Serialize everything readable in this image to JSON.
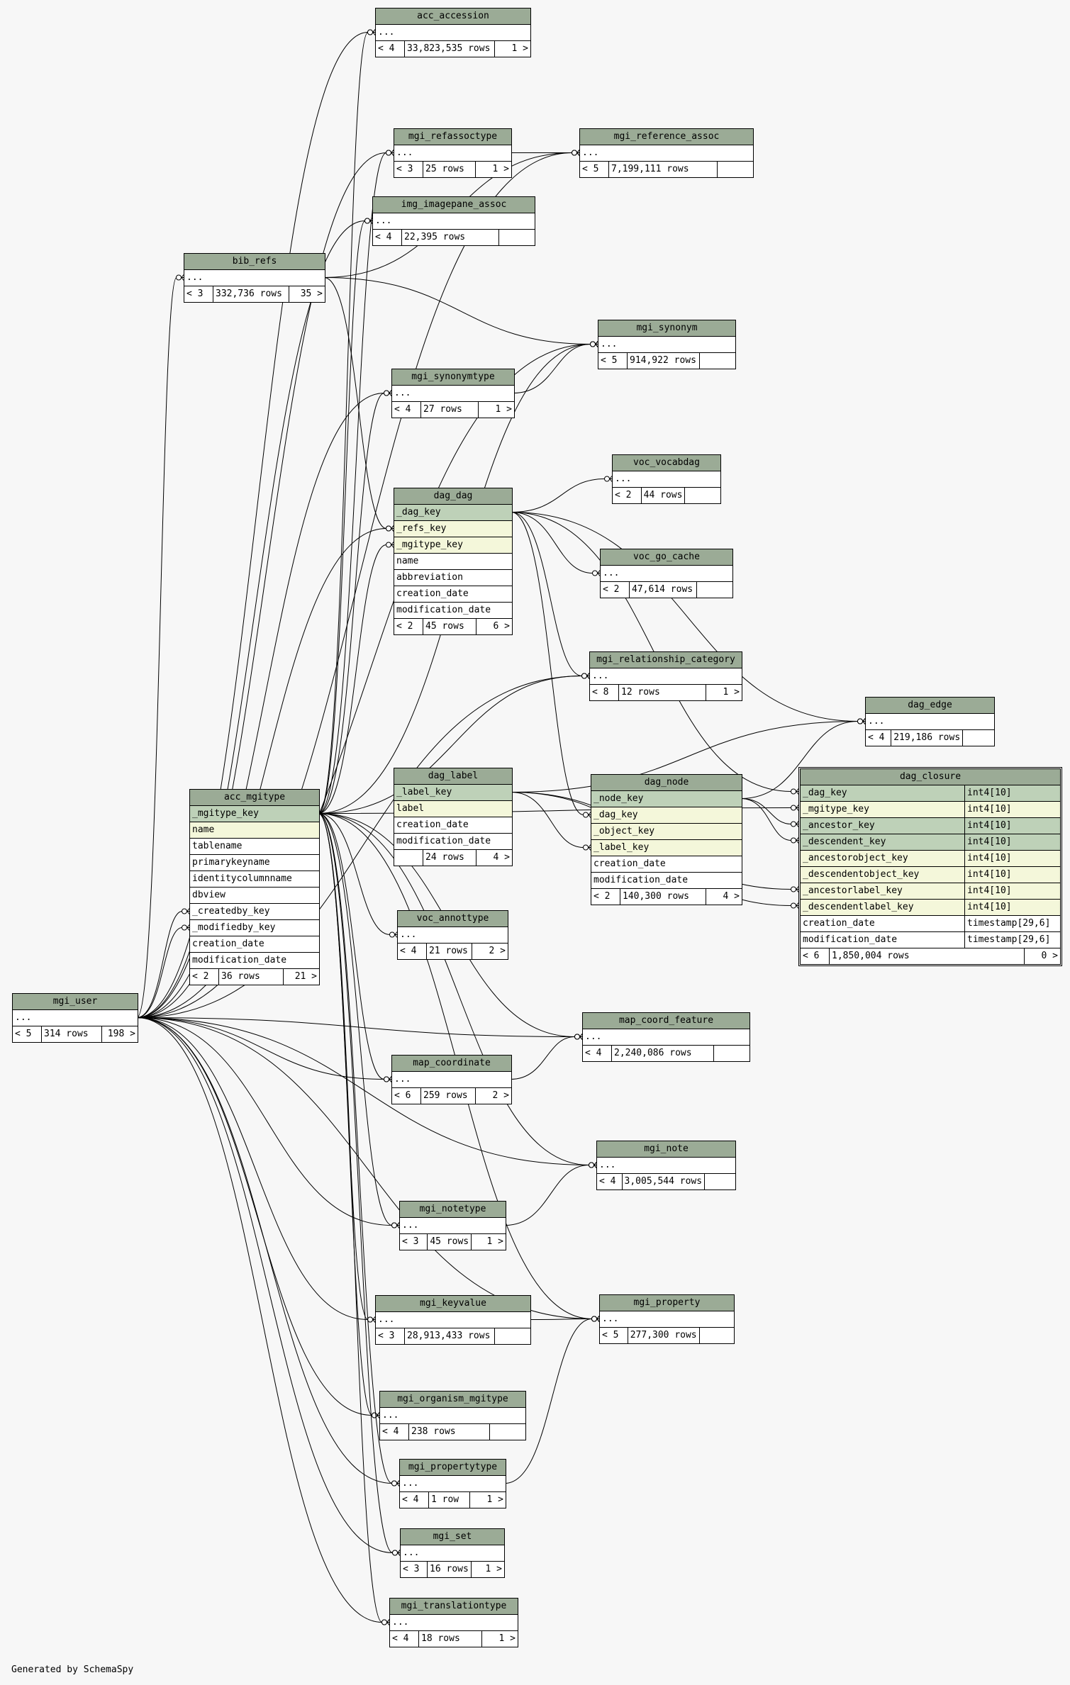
{
  "footer": "Generated by SchemaSpy",
  "colors": {
    "header": "#9bab96",
    "primary_key": "#bed1b8",
    "foreign_key": "#f4f7da",
    "background": "#f7f7f7"
  },
  "tables": [
    {
      "name": "acc_accession",
      "rows": [
        "..."
      ],
      "footer": [
        "< 4",
        "33,823,535 rows",
        "1 >"
      ]
    },
    {
      "name": "mgi_refassoctype",
      "rows": [
        "..."
      ],
      "footer": [
        "< 3",
        "25 rows",
        "1 >"
      ]
    },
    {
      "name": "mgi_reference_assoc",
      "rows": [
        "..."
      ],
      "footer": [
        "< 5",
        "7,199,111 rows",
        ""
      ]
    },
    {
      "name": "img_imagepane_assoc",
      "rows": [
        "..."
      ],
      "footer": [
        "< 4",
        "22,395 rows",
        ""
      ]
    },
    {
      "name": "bib_refs",
      "rows": [
        "..."
      ],
      "footer": [
        "< 3",
        "332,736 rows",
        "35 >"
      ]
    },
    {
      "name": "mgi_synonym",
      "rows": [
        "..."
      ],
      "footer": [
        "< 5",
        "914,922 rows",
        ""
      ]
    },
    {
      "name": "mgi_synonymtype",
      "rows": [
        "..."
      ],
      "footer": [
        "< 4",
        "27 rows",
        "1 >"
      ]
    },
    {
      "name": "voc_vocabdag",
      "rows": [
        "..."
      ],
      "footer": [
        "< 2",
        "44 rows",
        ""
      ]
    },
    {
      "name": "dag_dag",
      "rows": [
        "_dag_key",
        "_refs_key",
        "_mgitype_key",
        "name",
        "abbreviation",
        "creation_date",
        "modification_date"
      ],
      "row_kinds": [
        "pk",
        "fk",
        "fk",
        "",
        "",
        "",
        ""
      ],
      "footer": [
        "< 2",
        "45 rows",
        "6 >"
      ]
    },
    {
      "name": "voc_go_cache",
      "rows": [
        "..."
      ],
      "footer": [
        "< 2",
        "47,614 rows",
        ""
      ]
    },
    {
      "name": "mgi_relationship_category",
      "rows": [
        "..."
      ],
      "footer": [
        "< 8",
        "12 rows",
        "1 >"
      ]
    },
    {
      "name": "dag_edge",
      "rows": [
        "..."
      ],
      "footer": [
        "< 4",
        "219,186 rows",
        ""
      ]
    },
    {
      "name": "dag_label",
      "rows": [
        "_label_key",
        "label",
        "creation_date",
        "modification_date"
      ],
      "row_kinds": [
        "pk",
        "fk",
        "",
        ""
      ],
      "footer": [
        "",
        "24 rows",
        "4 >"
      ]
    },
    {
      "name": "dag_node",
      "rows": [
        "_node_key",
        "_dag_key",
        "_object_key",
        "_label_key",
        "creation_date",
        "modification_date"
      ],
      "row_kinds": [
        "pk",
        "fk",
        "fk",
        "fk",
        "",
        ""
      ],
      "footer": [
        "< 2",
        "140,300 rows",
        "4 >"
      ]
    },
    {
      "name": "dag_closure",
      "rows": [
        "_dag_key",
        "_mgitype_key",
        "_ancestor_key",
        "_descendent_key",
        "_ancestorobject_key",
        "_descendentobject_key",
        "_ancestorlabel_key",
        "_descendentlabel_key",
        "creation_date",
        "modification_date"
      ],
      "types": [
        "int4[10]",
        "int4[10]",
        "int4[10]",
        "int4[10]",
        "int4[10]",
        "int4[10]",
        "int4[10]",
        "int4[10]",
        "timestamp[29,6]",
        "timestamp[29,6]"
      ],
      "row_kinds": [
        "pk",
        "fk",
        "pk",
        "pk",
        "fk",
        "fk",
        "fk",
        "fk",
        "",
        ""
      ],
      "footer": [
        "< 6",
        "1,850,004 rows",
        "0 >"
      ]
    },
    {
      "name": "acc_mgitype",
      "rows": [
        "_mgitype_key",
        "name",
        "tablename",
        "primarykeyname",
        "identitycolumnname",
        "dbview",
        "_createdby_key",
        "_modifiedby_key",
        "creation_date",
        "modification_date"
      ],
      "row_kinds": [
        "pk",
        "fk",
        "",
        "",
        "",
        "",
        "",
        "",
        "",
        ""
      ],
      "footer": [
        "< 2",
        "36 rows",
        "21 >"
      ]
    },
    {
      "name": "voc_annottype",
      "rows": [
        "..."
      ],
      "footer": [
        "< 4",
        "21 rows",
        "2 >"
      ]
    },
    {
      "name": "mgi_user",
      "rows": [
        "..."
      ],
      "footer": [
        "< 5",
        "314 rows",
        "198 >"
      ]
    },
    {
      "name": "map_coord_feature",
      "rows": [
        "..."
      ],
      "footer": [
        "< 4",
        "2,240,086 rows",
        ""
      ]
    },
    {
      "name": "map_coordinate",
      "rows": [
        "..."
      ],
      "footer": [
        "< 6",
        "259 rows",
        "2 >"
      ]
    },
    {
      "name": "mgi_note",
      "rows": [
        "..."
      ],
      "footer": [
        "< 4",
        "3,005,544 rows",
        ""
      ]
    },
    {
      "name": "mgi_notetype",
      "rows": [
        "..."
      ],
      "footer": [
        "< 3",
        "45 rows",
        "1 >"
      ]
    },
    {
      "name": "mgi_keyvalue",
      "rows": [
        "..."
      ],
      "footer": [
        "< 3",
        "28,913,433 rows",
        ""
      ]
    },
    {
      "name": "mgi_property",
      "rows": [
        "..."
      ],
      "footer": [
        "< 5",
        "277,300 rows",
        ""
      ]
    },
    {
      "name": "mgi_organism_mgitype",
      "rows": [
        "..."
      ],
      "footer": [
        "< 4",
        "238 rows",
        ""
      ]
    },
    {
      "name": "mgi_propertytype",
      "rows": [
        "..."
      ],
      "footer": [
        "< 4",
        "1 row",
        "1 >"
      ]
    },
    {
      "name": "mgi_set",
      "rows": [
        "..."
      ],
      "footer": [
        "< 3",
        "16 rows",
        "1 >"
      ]
    },
    {
      "name": "mgi_translationtype",
      "rows": [
        "..."
      ],
      "footer": [
        "< 4",
        "18 rows",
        "1 >"
      ]
    }
  ]
}
